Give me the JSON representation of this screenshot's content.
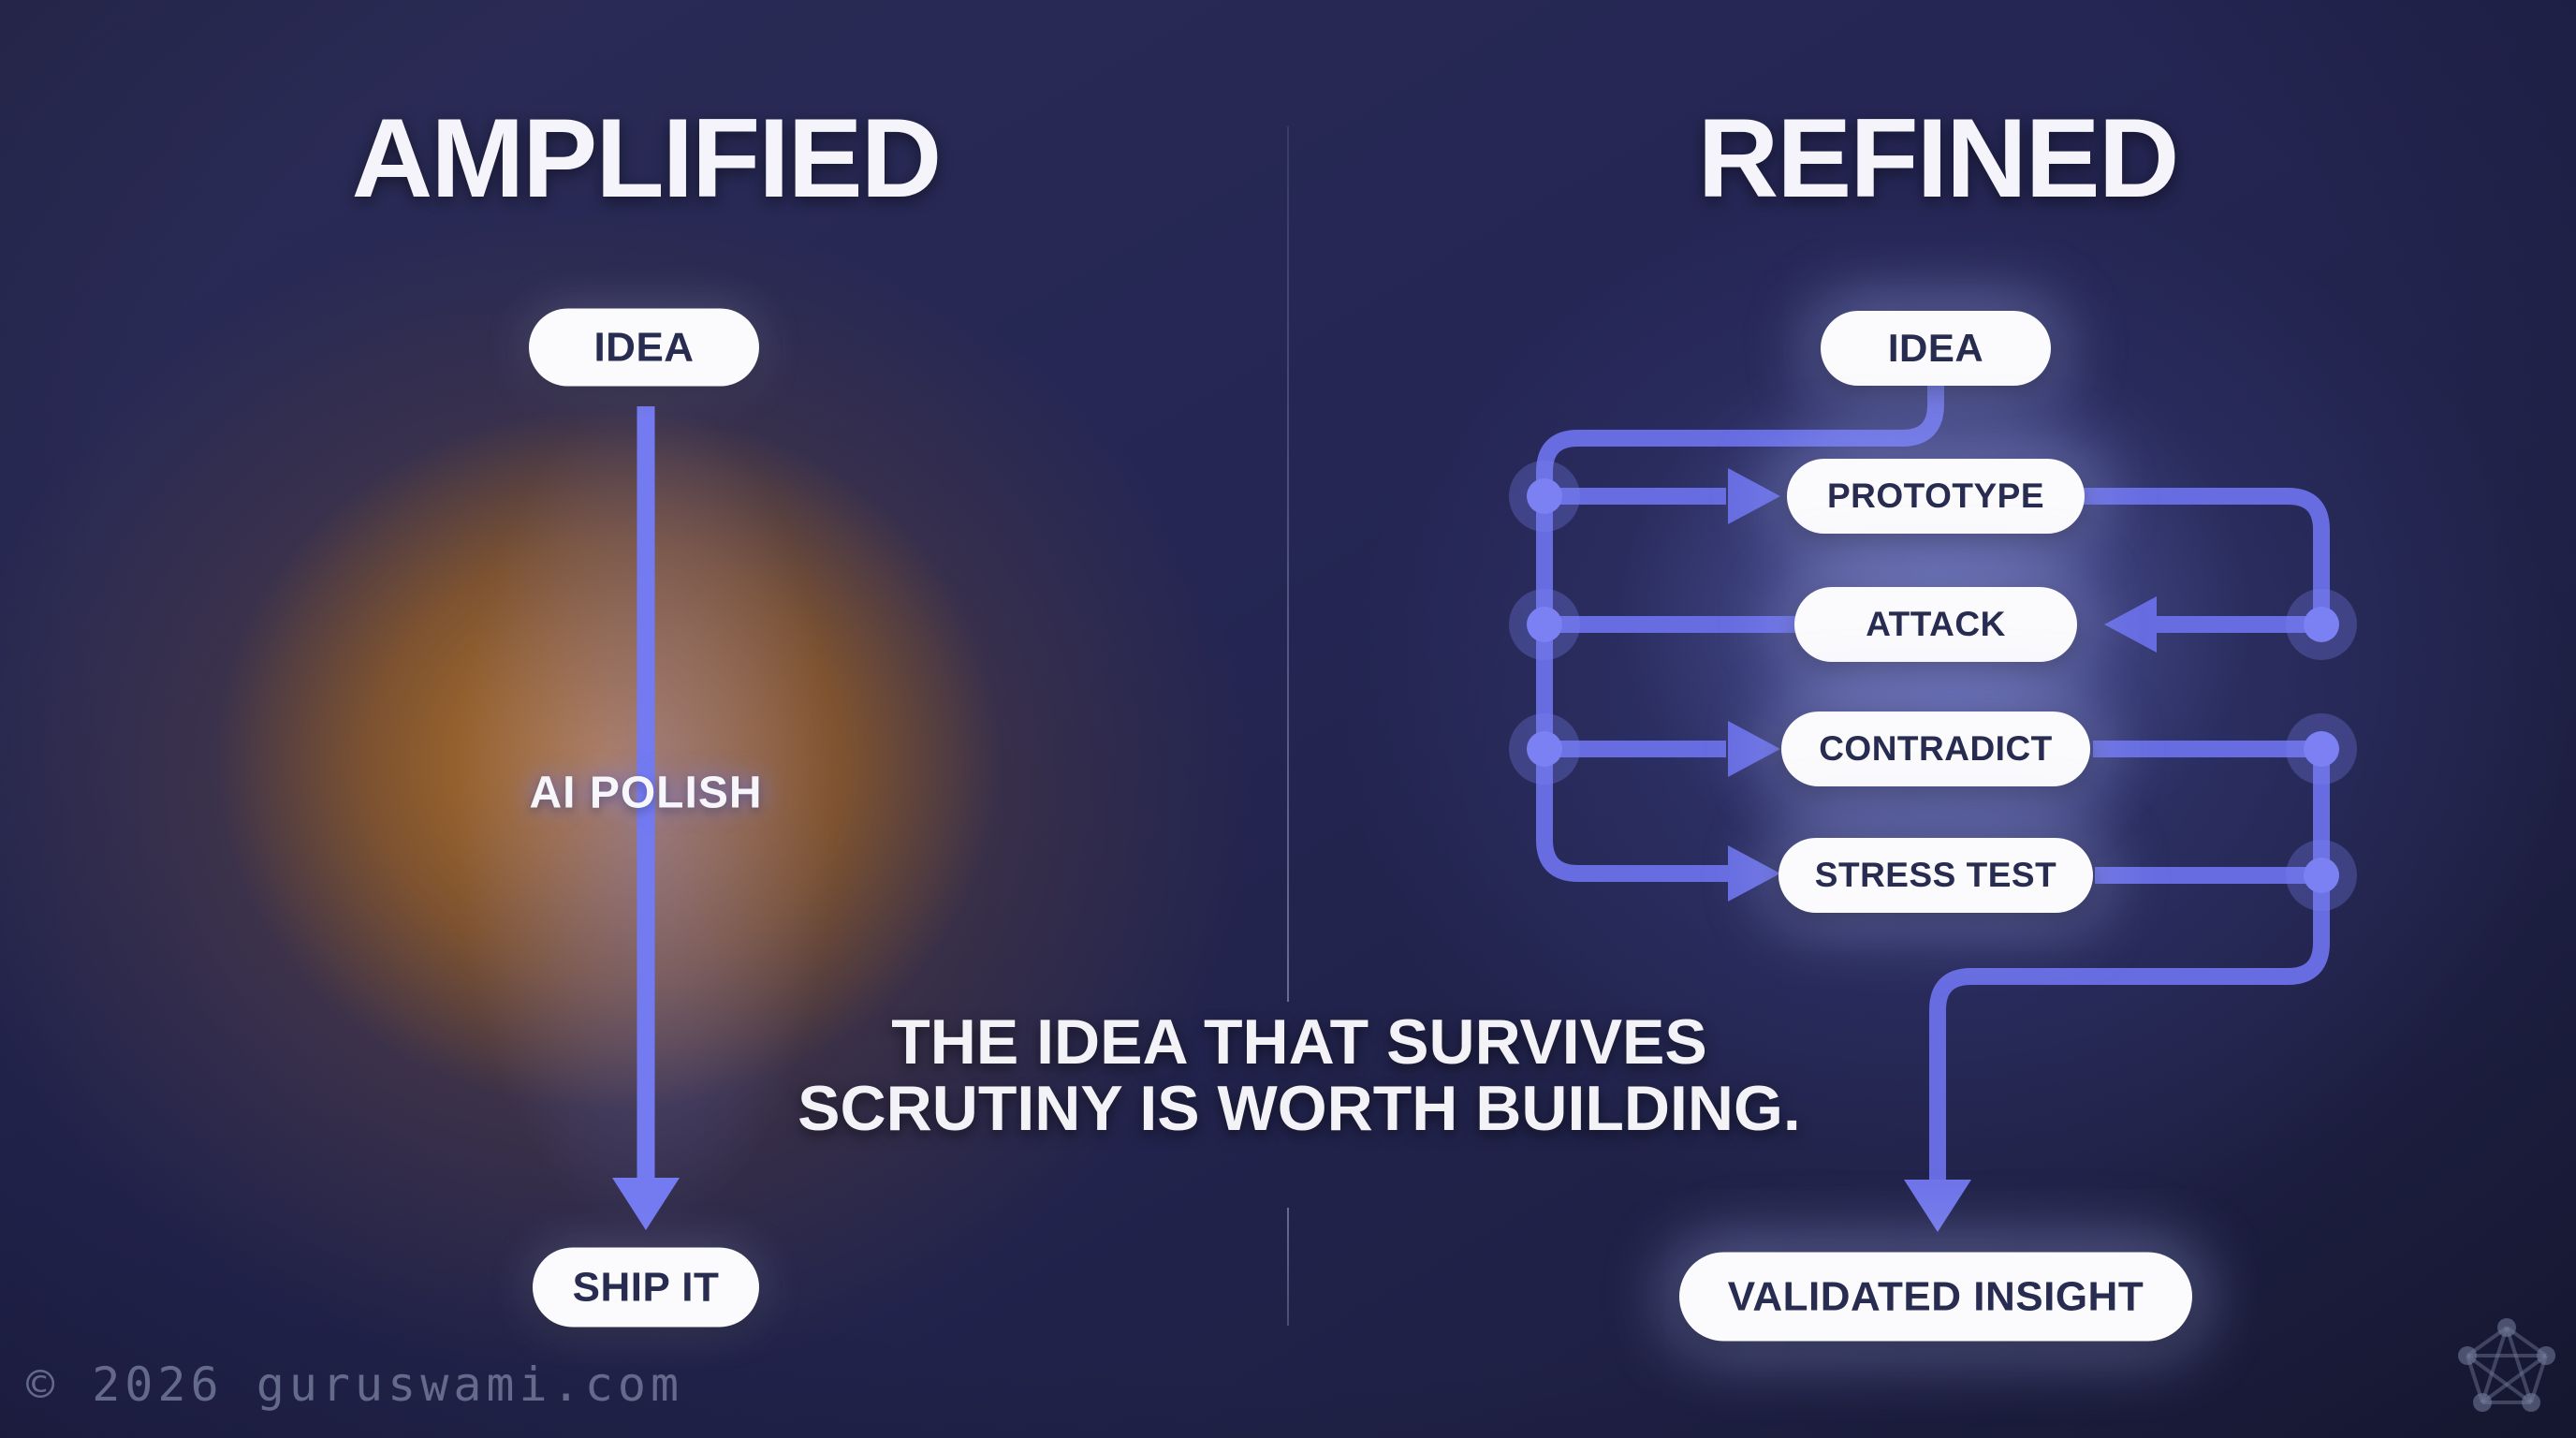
{
  "left_panel": {
    "title": "AMPLIFIED",
    "start_label": "IDEA",
    "process_label": "AI POLISH",
    "end_label": "SHIP IT"
  },
  "right_panel": {
    "title": "REFINED",
    "start_label": "IDEA",
    "steps": [
      {
        "label": "PROTOTYPE"
      },
      {
        "label": "ATTACK"
      },
      {
        "label": "CONTRADICT"
      },
      {
        "label": "STRESS TEST"
      }
    ],
    "end_label": "VALIDATED INSIGHT"
  },
  "tagline": {
    "line1": "THE IDEA THAT SURVIVES",
    "line2": "SCRUTINY IS WORTH BUILDING."
  },
  "footer": {
    "copyright": "© 2026 guruswami.com"
  },
  "branding": {
    "logo_icon": "pentagon-network"
  },
  "colors": {
    "background_navy": "#252654",
    "orange_glow": "#ac6a1e",
    "connector_accent": "#696fe2",
    "connector_bright": "#7b81f2",
    "pill_background": "#fbfbfd",
    "pill_text": "#272c50",
    "divider_gray": "#9ea8c4"
  }
}
